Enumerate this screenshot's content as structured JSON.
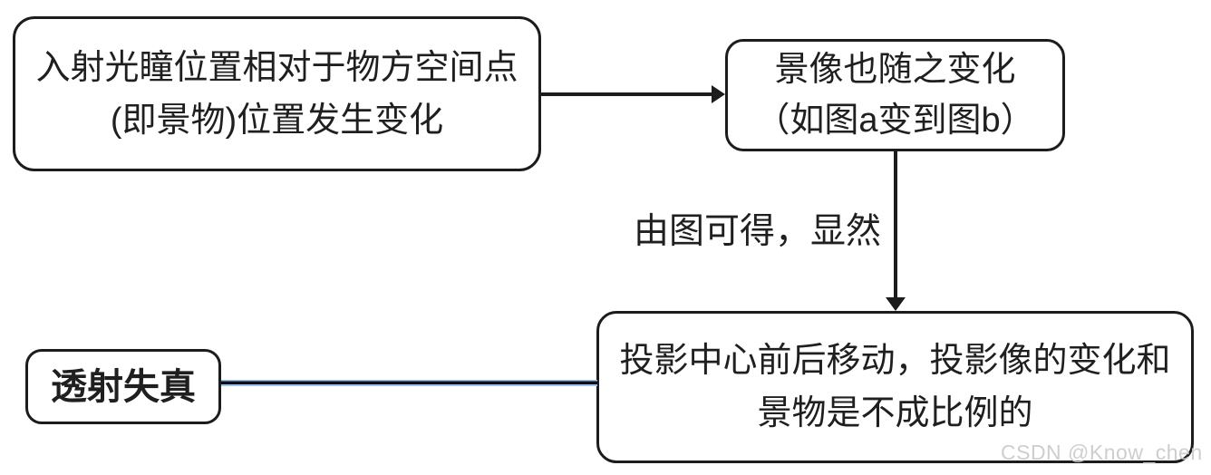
{
  "colors": {
    "background": "#ffffff",
    "stroke": "#1c1c1c",
    "text": "#1f1f1f",
    "connector_blue_edge": "#9dc3e6",
    "connector_dark_core": "#0d0d1f",
    "watermark": "#cbcbcb"
  },
  "nodes": {
    "entrance_pupil": {
      "line1": "入射光瞳位置相对于物方空间点",
      "line2": "(即景物)位置发生变化"
    },
    "image_change": {
      "line1": "景像也随之变化",
      "line2": "（如图a变到图b）"
    },
    "projection_center": {
      "line1": "投影中心前后移动，投影像的变化和",
      "line2": "景物是不成比例的"
    },
    "distortion": {
      "label": "透射失真"
    }
  },
  "edges": {
    "down_arrow_label": "由图可得，显然"
  },
  "watermark": "CSDN @Know_chen"
}
